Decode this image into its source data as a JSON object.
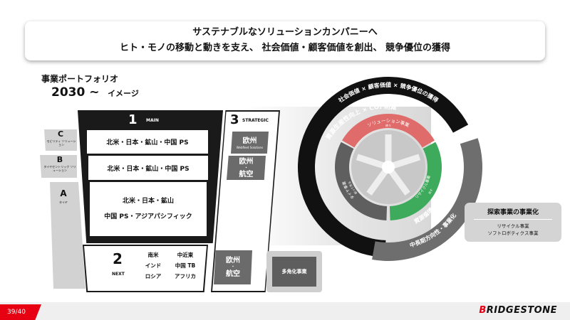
{
  "header": {
    "line1": "サステナブルなソリューションカンパニーへ",
    "line2": "ヒト・モノの移動と動きを支え、 社会価値・顧客価値を創出、 競争優位の獲得"
  },
  "portfolio": {
    "title": "事業ポートフォリオ",
    "year": "2030 ~",
    "subtitle": "イメージ"
  },
  "layers": [
    {
      "letter": "C",
      "label": "モビリティ ソリューション"
    },
    {
      "letter": "B",
      "label": "タイヤセントリック ソリューション"
    },
    {
      "letter": "A",
      "label": "タイヤ"
    }
  ],
  "main": {
    "number": "1",
    "label": "MAIN",
    "rows": [
      "北米・日本・鉱山・中国 PS",
      "北米・日本・鉱山・中国 PS",
      "北米・日本・鉱山",
      "中国 PS・アジアパシフィック"
    ]
  },
  "next": {
    "number": "2",
    "label": "NEXT",
    "regions": [
      "南米",
      "中近東",
      "インド",
      "中国 TB",
      "ロシア",
      "アフリカ"
    ]
  },
  "strategic": {
    "number": "3",
    "label": "STRATEGIC",
    "boxes": [
      {
        "title": "欧州",
        "sub": "Webfleet Solutions"
      },
      {
        "title": "欧州",
        "dot": "・",
        "sub2": "航空"
      },
      {
        "title": "欧州",
        "dot": "・",
        "sub2": "航空"
      }
    ]
  },
  "diversified": "多角化事業",
  "circle": {
    "outer": "社会価値 × 顧客価値 × 競争優位の獲得",
    "green_top": "資源生産性向上 × CO₂ 削減",
    "green_bottom": "資源循環 × CO₂ 削減",
    "gray_outer": "中長期方向性・事業化",
    "solution": {
      "title": "ソリューション事業",
      "sub": "使う"
    },
    "recycle": {
      "title": "リサイクル事業",
      "sub": "戻す"
    },
    "tire": {
      "title": "タイヤ事業",
      "sub": "創って売る"
    },
    "colors": {
      "black": "#111111",
      "green": "#8cc11f",
      "red": "#e06b6b",
      "darkgreen": "#3daa5c",
      "gray": "#6e6e6e",
      "wheel": "#c8c8c8"
    }
  },
  "explore": {
    "title": "探索事業の事業化",
    "items": [
      "リサイクル事業",
      "ソフトロボティクス事業"
    ]
  },
  "footer": {
    "page": "39/40",
    "brand_mark": "B",
    "brand": "RIDGESTONE"
  }
}
